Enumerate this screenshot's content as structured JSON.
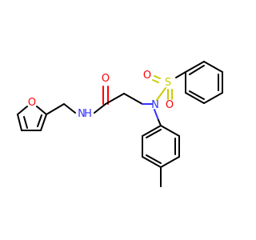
{
  "molecule": {
    "atoms": {
      "furan_o": "O",
      "carbonyl_o": "O",
      "amide_n": "N",
      "amide_h": "H",
      "amine_n": "N",
      "sulfur": "S",
      "sulfonyl_o1": "O",
      "sulfonyl_o2": "O"
    },
    "colors": {
      "oxygen": "#ff0000",
      "nitrogen": "#3333ff",
      "sulfur": "#cccc00",
      "carbon_bond": "#000000"
    }
  }
}
